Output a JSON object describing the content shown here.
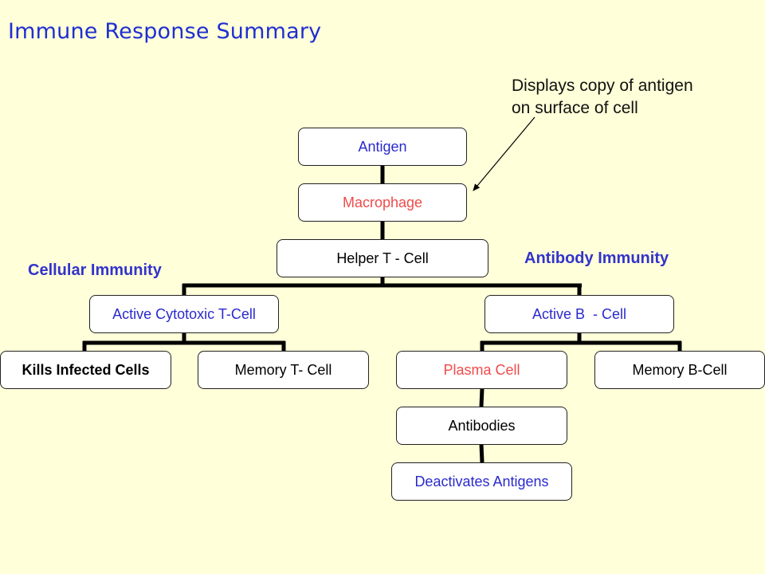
{
  "title": "Immune Response Summary",
  "annotation": {
    "line1": "Displays copy of antigen",
    "line2": "on surface of cell",
    "points_to": "macrophage"
  },
  "sections": {
    "cellular": "Cellular Immunity",
    "antibody": "Antibody Immunity"
  },
  "nodes": {
    "antigen": "Antigen",
    "macrophage": "Macrophage",
    "helper_t_cell": "Helper T - Cell",
    "active_cytotoxic_t_cell": "Active Cytotoxic T-Cell",
    "active_b_cell": "Active B  - Cell",
    "kills_infected_cells": "Kills Infected Cells",
    "memory_t_cell": "Memory T- Cell",
    "plasma_cell": "Plasma Cell",
    "memory_b_cell": "Memory B-Cell",
    "antibodies": "Antibodies",
    "deactivates_antigens": "Deactivates Antigens"
  },
  "edges": [
    [
      "antigen",
      "macrophage"
    ],
    [
      "macrophage",
      "helper_t_cell"
    ],
    [
      "helper_t_cell",
      "active_cytotoxic_t_cell"
    ],
    [
      "helper_t_cell",
      "active_b_cell"
    ],
    [
      "active_cytotoxic_t_cell",
      "kills_infected_cells"
    ],
    [
      "active_cytotoxic_t_cell",
      "memory_t_cell"
    ],
    [
      "active_b_cell",
      "plasma_cell"
    ],
    [
      "active_b_cell",
      "memory_b_cell"
    ],
    [
      "plasma_cell",
      "antibodies"
    ],
    [
      "antibodies",
      "deactivates_antigens"
    ]
  ],
  "colors": {
    "background": "#ffffd9",
    "title": "#1f2fd0",
    "blue_text": "#2a2acc",
    "red_text": "#f04b4b",
    "connector": "#000000"
  }
}
